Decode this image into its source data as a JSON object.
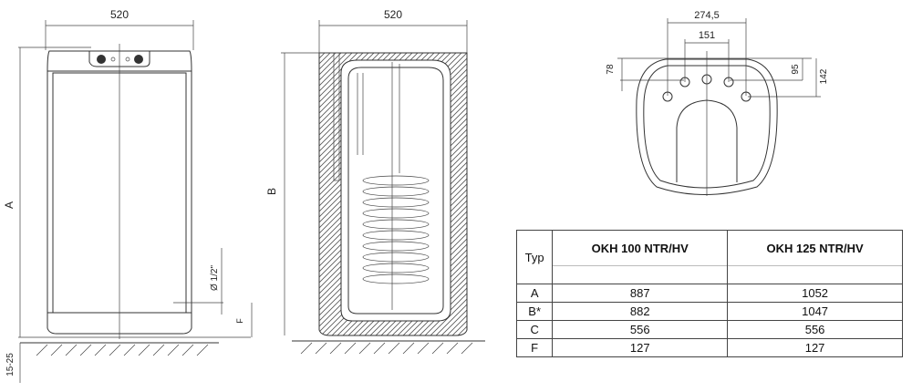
{
  "front_view": {
    "width_label": "520",
    "height_label": "A",
    "pipe_label": "Ø 1/2\"",
    "f_label": "F",
    "feet_label": "15-25"
  },
  "section_view": {
    "width_label": "520",
    "height_label": "B"
  },
  "top_view": {
    "dim_outer": "274,5",
    "dim_inner": "151",
    "dim_left": "78",
    "dim_right1": "95",
    "dim_right2": "142"
  },
  "table": {
    "header": [
      "Typ",
      "OKH 100 NTR/HV",
      "OKH 125 NTR/HV"
    ],
    "rows": [
      [
        "A",
        "887",
        "1052"
      ],
      [
        "B*",
        "882",
        "1047"
      ],
      [
        "C",
        "556",
        "556"
      ],
      [
        "F",
        "127",
        "127"
      ]
    ]
  }
}
